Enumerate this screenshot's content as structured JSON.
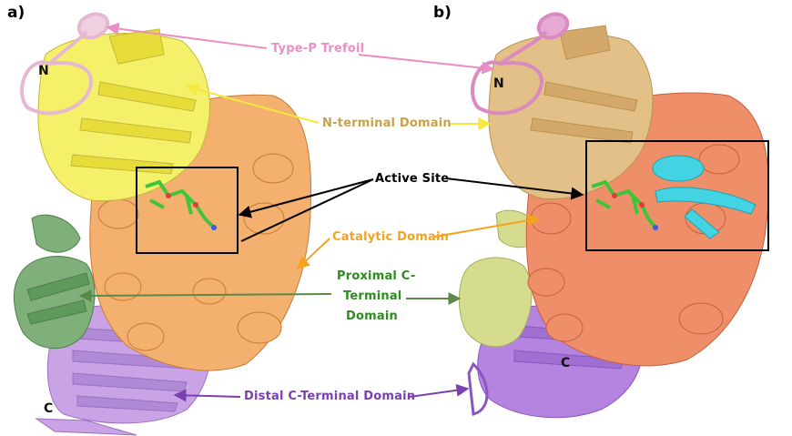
{
  "panels": [
    "a)",
    "b)"
  ],
  "terminals": {
    "n": "N",
    "c": "C"
  },
  "labels": {
    "trefoil": "Type-P Trefoil",
    "n_domain": "N-terminal Domain",
    "active_site": "Active Site",
    "catalytic": "Catalytic Domain",
    "proximal_1": "Proximal C-",
    "proximal_2": "Terminal",
    "proximal_3": "Domain",
    "distal": "Distal C-Terminal Domain"
  },
  "colors": {
    "trefoil": "#e98fc3",
    "n_domain_text": "#c8a24a",
    "n_domain_arrow": "#f5ea3c",
    "catalytic": "#f5a21f",
    "proximal": "#2e8b1f",
    "proximal_arrow": "#5a8a4a",
    "distal": "#7a3fb0",
    "black": "#000000",
    "a_trefoil_ribbon": "#e7b8d2",
    "a_n_ribbon": "#f4f06a",
    "a_cat_ribbon": "#f3b06e",
    "a_prox_ribbon": "#7fb07a",
    "a_distal_ribbon": "#c9a3e6",
    "b_trefoil_ribbon": "#d98ac1",
    "b_n_ribbon": "#e4c089",
    "b_cat_ribbon": "#ef8f6a",
    "b_prox_ribbon": "#d5dc8e",
    "b_distal_ribbon": "#b484e0",
    "b_cyan": "#43d3e3",
    "ligand": "#3fc43a"
  }
}
